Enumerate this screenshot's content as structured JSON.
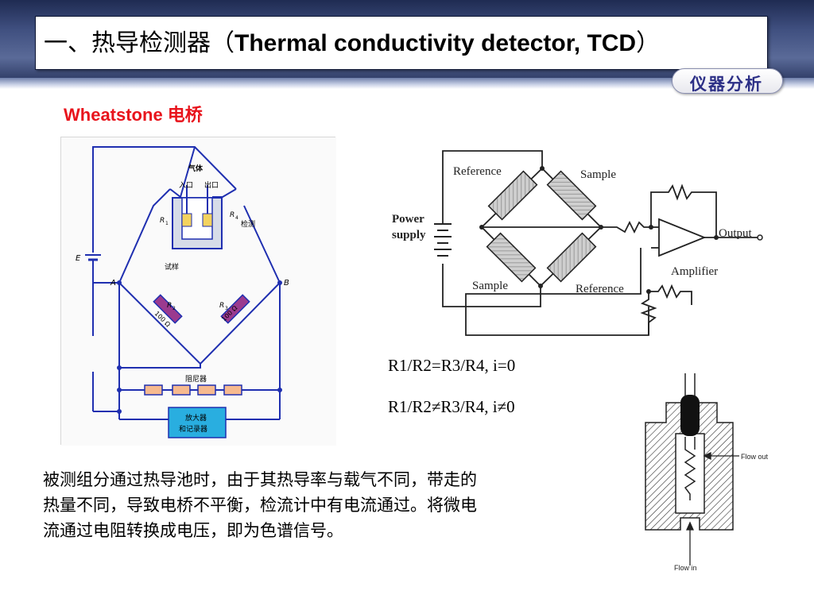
{
  "header": {
    "title_cn": "一、热导检测器（",
    "title_en": "Thermal conductivity detector, TCD",
    "title_close": "）",
    "badge": "仪器分析"
  },
  "section_title": "Wheatstone 电桥",
  "fig_left": {
    "gas": "气体",
    "inlet": "入口",
    "outlet": "出口",
    "r1": "R",
    "r1_sub": "1",
    "r4": "R",
    "r4_sub": "4",
    "detect": "检测",
    "sample": "试样",
    "e": "E",
    "a": "A",
    "b": "B",
    "r2": "R",
    "r2_sub": "2",
    "r3": "R",
    "r3_sub": "3",
    "r2_val": "100 Ω",
    "r3_val": "100 Ω",
    "damper": "阻尼器",
    "amp_line1": "放大器",
    "amp_line2": "和记录器"
  },
  "fig_right": {
    "reference_top": "Reference",
    "sample_top": "Sample",
    "power1": "Power",
    "power2": "supply",
    "sample_bottom": "Sample",
    "reference_bottom": "Reference",
    "output": "Output",
    "amplifier": "Amplifier"
  },
  "equations": {
    "balanced": "R1/R2=R3/R4, i=0",
    "unbalanced": "R1/R2≠R3/R4, i≠0"
  },
  "fig_cell": {
    "flow_out": "Flow out",
    "flow_in": "Flow in"
  },
  "body": {
    "line1": "被测组分通过热导池时，由于其热导率与载气不同，带走的",
    "line2": "热量不同，导致电桥不平衡，检流计中有电流通过。将微电",
    "line3": "流通过电阻转换成电压，即为色谱信号。"
  }
}
